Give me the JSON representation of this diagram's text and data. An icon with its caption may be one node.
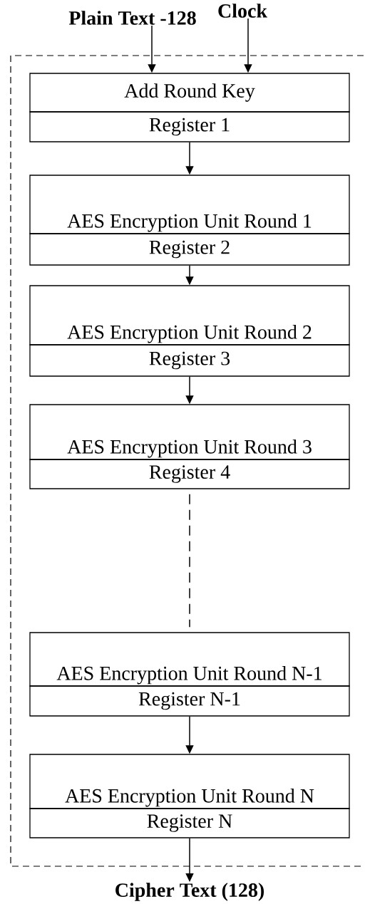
{
  "diagram": {
    "nodes": [
      {
        "text": [
          "Plain Text -128"
        ]
      },
      {
        "text": [
          "Clock"
        ]
      },
      {
        "text": [],
        "shape": "box"
      },
      {
        "text": [
          "Add Round Key"
        ],
        "in": 2
      },
      {
        "text": [
          "Register 1"
        ],
        "in": 2
      },
      {
        "text": [
          "AES Encryption Unit Round 1"
        ],
        "in": 2
      },
      {
        "text": [
          "Register 2"
        ],
        "in": 2
      },
      {
        "text": [
          "AES Encryption Unit Round 2"
        ],
        "in": 2
      },
      {
        "text": [
          "Register 3"
        ],
        "in": 2
      },
      {
        "text": [
          "AES Encryption Unit Round 3"
        ],
        "in": 2
      },
      {
        "text": [
          "Register 4"
        ],
        "in": 2
      },
      {
        "text": [
          "AES Encryption Unit Round N-1"
        ],
        "in": 2
      },
      {
        "text": [
          "Register N-1"
        ],
        "in": 2
      },
      {
        "text": [
          "AES Encryption Unit Round N"
        ],
        "in": 2
      },
      {
        "text": [
          "Register N"
        ],
        "in": 2
      },
      {
        "text": [
          "Cipher Text (128)"
        ]
      }
    ],
    "edges": [
      {
        "from": 0,
        "to": 3,
        "arrow": "to"
      },
      {
        "from": 1,
        "to": 3,
        "arrow": "to"
      },
      {
        "from": 4,
        "to": 5,
        "arrow": "to"
      },
      {
        "from": 6,
        "to": 7,
        "arrow": "to"
      },
      {
        "from": 8,
        "to": 9,
        "arrow": "to"
      },
      {
        "from": 10,
        "to": 11,
        "arrow": "none",
        "style": "dashed"
      },
      {
        "from": 12,
        "to": 13,
        "arrow": "to"
      },
      {
        "from": 14,
        "to": 15,
        "arrow": "to"
      }
    ]
  }
}
